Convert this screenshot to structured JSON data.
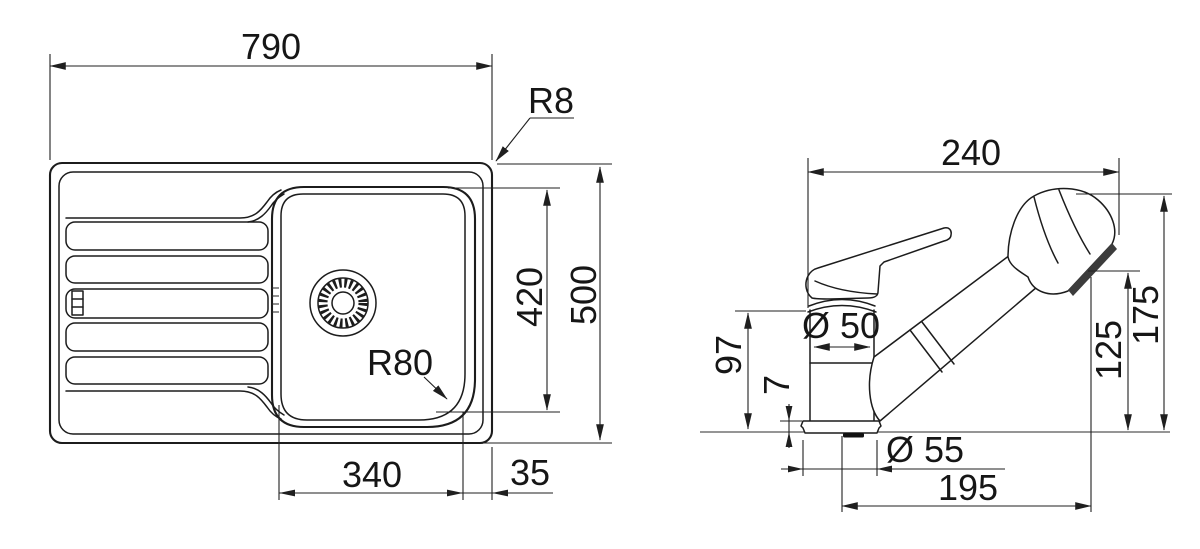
{
  "drawing": {
    "sink": {
      "width": "790",
      "depth": "500",
      "basin_height": "420",
      "basin_width": "340",
      "edge_offset": "35",
      "rim_corner_radius": "R8",
      "basin_corner_radius": "R80"
    },
    "faucet": {
      "spout_reach": "240",
      "body_diameter": "Ø 50",
      "base_diameter": "Ø 55",
      "body_height": "97",
      "base_plate_height": "7",
      "spout_projection": "195",
      "outlet_height": "125",
      "total_height": "175"
    }
  }
}
